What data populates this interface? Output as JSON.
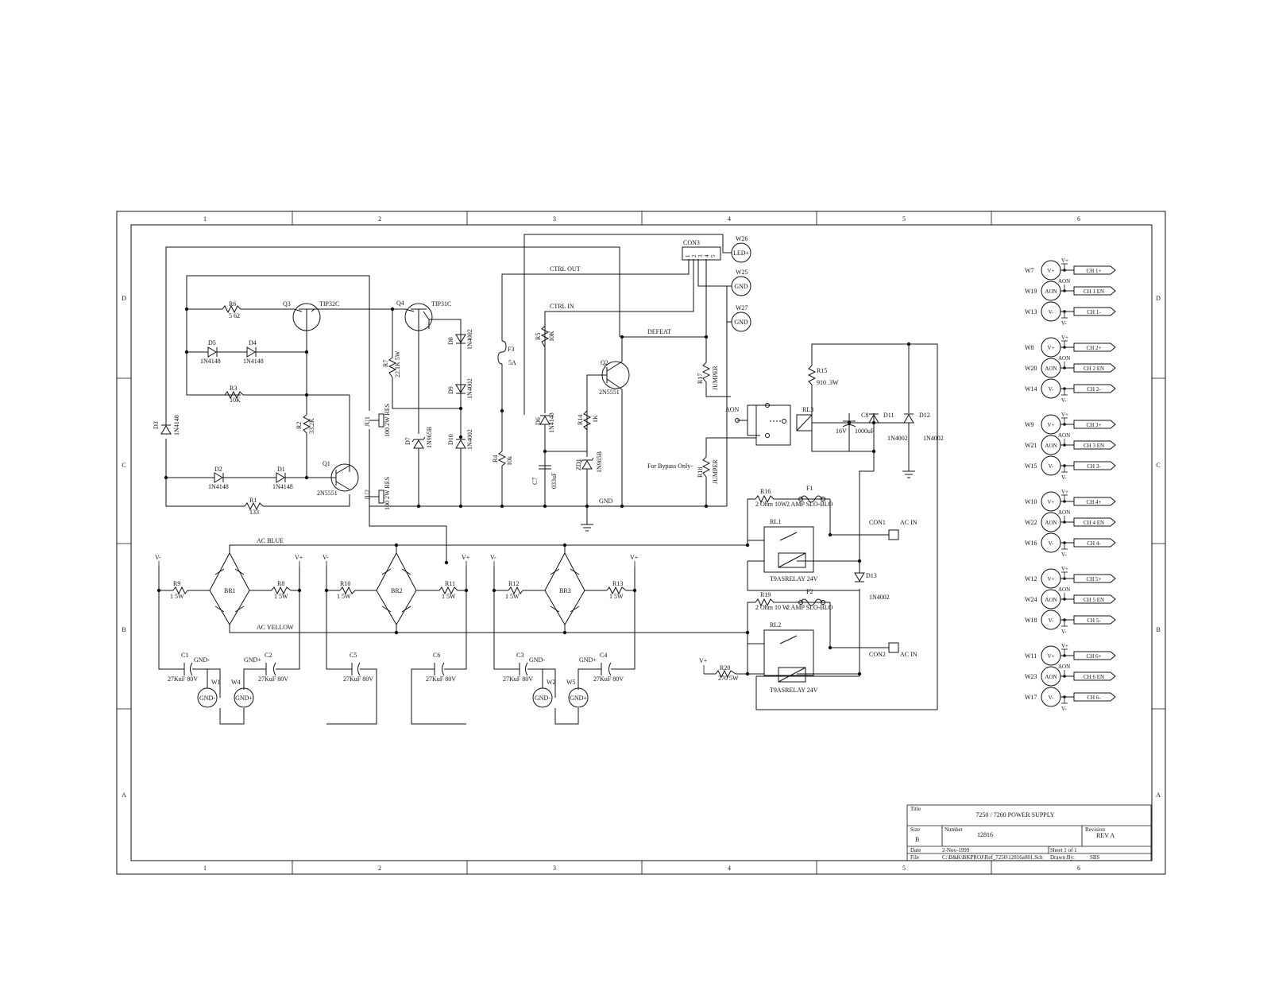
{
  "frame": {
    "columns": [
      "1",
      "2",
      "3",
      "4",
      "5",
      "6"
    ],
    "rows": [
      "D",
      "C",
      "B",
      "A"
    ]
  },
  "title_block": {
    "title_label": "Title",
    "title": "7250 / 7260 POWER SUPPLY",
    "size_label": "Size",
    "size": "B",
    "number_label": "Number",
    "number": "12816",
    "revision_label": "Revision",
    "revision": "REV A",
    "date_label": "Date",
    "date": "2-Nov-1999",
    "sheet": "Sheet  1 of  1",
    "file_label": "File",
    "file": "C:\\B&K\\BKPROJ\\Ref_7250\\12816a001.Sch",
    "drawn_by": "Drawn By:",
    "drawn_initials": "SBS"
  },
  "components": {
    "R6": {
      "ref": "R6",
      "value": "5 62"
    },
    "Q3": {
      "ref": "Q3",
      "value": "TIP32C"
    },
    "Q4": {
      "ref": "Q4",
      "value": "TIP31C"
    },
    "D5": {
      "ref": "D5",
      "value": "1N4148"
    },
    "D4": {
      "ref": "D4",
      "value": "1N4148"
    },
    "R3": {
      "ref": "R3",
      "value": "10K"
    },
    "R2": {
      "ref": "R2",
      "value": "33.2K"
    },
    "D3": {
      "ref": "D3",
      "value": "1N4148"
    },
    "D2": {
      "ref": "D2",
      "value": "1N4148"
    },
    "D1": {
      "ref": "D1",
      "value": "1N4148"
    },
    "Q1": {
      "ref": "Q1",
      "value": "2N5551"
    },
    "R1": {
      "ref": "R1",
      "value": "133"
    },
    "R7": {
      "ref": "R7",
      "value": "22.1K 5W"
    },
    "JU1": {
      "ref": "JU1",
      "value": "100 2W RES"
    },
    "JU2": {
      "ref": "JU2",
      "value": "100 2W RES"
    },
    "D8": {
      "ref": "D8",
      "value": "1N4002"
    },
    "D9": {
      "ref": "D9",
      "value": "1N4002"
    },
    "D10": {
      "ref": "D10",
      "value": "1N4002"
    },
    "D7": {
      "ref": "D7",
      "value": "1N965B"
    },
    "F3": {
      "ref": "F3",
      "value": "5A"
    },
    "R4": {
      "ref": "R4",
      "value": "10k"
    },
    "R5": {
      "ref": "R5",
      "value": "10K"
    },
    "D6": {
      "ref": "D6",
      "value": "1N4148"
    },
    "C7": {
      "ref": "C7",
      "value": "033uF"
    },
    "R14": {
      "ref": "R14",
      "value": "1K"
    },
    "ZD1": {
      "ref": "ZD1",
      "value": "1N965B"
    },
    "Q2": {
      "ref": "Q2",
      "value": "2N5551"
    },
    "R17": {
      "ref": "R17",
      "value": "JUMPER"
    },
    "R18": {
      "ref": "R18",
      "value": "JUMPER"
    },
    "CON3": {
      "ref": "CON3",
      "pins": [
        "1",
        "2",
        "3",
        "4",
        "5"
      ]
    },
    "R15": {
      "ref": "R15",
      "value": "910 .3W"
    },
    "RL3": {
      "ref": "RL3"
    },
    "C8": {
      "ref": "C8",
      "value": "1000uF",
      "voltage": "16V"
    },
    "D11": {
      "ref": "D11",
      "value": "1N4002"
    },
    "D12": {
      "ref": "D12",
      "value": "1N4002"
    },
    "D13": {
      "ref": "D13",
      "value": "1N4002"
    },
    "R16": {
      "ref": "R16",
      "value": "2 Ohm 10W"
    },
    "F1": {
      "ref": "F1",
      "value": "2 AMP SLO-BLO"
    },
    "RL1": {
      "ref": "RL1",
      "value": "T9ASRELAY  24V"
    },
    "R19": {
      "ref": "R19",
      "value": "2 Ohm 10 W"
    },
    "F2": {
      "ref": "F2",
      "value": "2 AMP SLO-BLO"
    },
    "RL2": {
      "ref": "RL2",
      "value": "T9ASRELAY  24V"
    },
    "R20": {
      "ref": "R20",
      "value": "270  5W"
    },
    "CON1": {
      "ref": "CON1",
      "value": "AC  IN"
    },
    "CON2": {
      "ref": "CON2",
      "value": "AC  IN"
    },
    "R9": {
      "ref": "R9",
      "value": "1  5W"
    },
    "R8": {
      "ref": "R8",
      "value": "1  5W"
    },
    "R10": {
      "ref": "R10",
      "value": "1  5W"
    },
    "R11": {
      "ref": "R11",
      "value": "1  5W"
    },
    "R12": {
      "ref": "R12",
      "value": "1  5W"
    },
    "R13": {
      "ref": "R13",
      "value": "1  5W"
    },
    "BR1": {
      "ref": "BR1"
    },
    "BR2": {
      "ref": "BR2"
    },
    "BR3": {
      "ref": "BR3"
    },
    "C1": {
      "ref": "C1",
      "value": "27KuF 80V"
    },
    "C2": {
      "ref": "C2",
      "value": "27KuF 80V"
    },
    "C5": {
      "ref": "C5",
      "value": "27KuF 80V"
    },
    "C6": {
      "ref": "C6",
      "value": "27KuF 80V"
    },
    "C3": {
      "ref": "C3",
      "value": "27KuF 80V"
    },
    "C4": {
      "ref": "C4",
      "value": "27KuF 80V"
    }
  },
  "nets": {
    "ctrl_out": "CTRL OUT",
    "ctrl_in": "CTRL IN",
    "defeat": "DEFEAT",
    "gnd": "GND",
    "ac_blue": "AC  BLUE",
    "ac_yellow": "AC  YELLOW",
    "bypass": "For Bypass Only-",
    "aon": "AON",
    "v_plus": "V+",
    "v_minus": "V-",
    "gnd_minus": "GND-",
    "gnd_plus": "GND+"
  },
  "testpoints": {
    "W26": {
      "ref": "W26",
      "label": "LED+"
    },
    "W25": {
      "ref": "W25",
      "label": "GND"
    },
    "W27": {
      "ref": "W27",
      "label": "GND"
    },
    "W1": {
      "ref": "W1",
      "label": "GND-"
    },
    "W4": {
      "ref": "W4",
      "label": "GND+"
    },
    "W2": {
      "ref": "W2",
      "label": "GND-"
    },
    "W5": {
      "ref": "W5",
      "label": "GND+"
    }
  },
  "channels": [
    {
      "rows": [
        {
          "ref": "W7",
          "circle": "V+",
          "tag": "V+",
          "port": "CH  1+"
        },
        {
          "ref": "W19",
          "circle": "AON",
          "tag": "AON",
          "port": "CH  1  EN"
        },
        {
          "ref": "W13",
          "circle": "V-",
          "tag": "V-",
          "port": "CH  1-"
        }
      ]
    },
    {
      "rows": [
        {
          "ref": "W8",
          "circle": "V+",
          "tag": "V+",
          "port": "CH  2+"
        },
        {
          "ref": "W20",
          "circle": "AON",
          "tag": "AON",
          "port": "CH  2  EN"
        },
        {
          "ref": "W14",
          "circle": "V-",
          "tag": "V-",
          "port": "CH  2-"
        }
      ]
    },
    {
      "rows": [
        {
          "ref": "W9",
          "circle": "V+",
          "tag": "V+",
          "port": "CH  3+"
        },
        {
          "ref": "W21",
          "circle": "AON",
          "tag": "AON",
          "port": "CH  3  EN"
        },
        {
          "ref": "W15",
          "circle": "V-",
          "tag": "V-",
          "port": "CH  3-"
        }
      ]
    },
    {
      "rows": [
        {
          "ref": "W10",
          "circle": "V+",
          "tag": "V+",
          "port": "CH  4+"
        },
        {
          "ref": "W22",
          "circle": "AON",
          "tag": "AON",
          "port": "CH  4  EN"
        },
        {
          "ref": "W16",
          "circle": "V-",
          "tag": "V-",
          "port": "CH  4-"
        }
      ]
    },
    {
      "rows": [
        {
          "ref": "W12",
          "circle": "V+",
          "tag": "V+",
          "port": "CH  5+"
        },
        {
          "ref": "W24",
          "circle": "AON",
          "tag": "AON",
          "port": "CH  5  EN"
        },
        {
          "ref": "W18",
          "circle": "V-",
          "tag": "V-",
          "port": "CH  5-"
        }
      ]
    },
    {
      "rows": [
        {
          "ref": "W11",
          "circle": "V+",
          "tag": "V+",
          "port": "CH  6+"
        },
        {
          "ref": "W23",
          "circle": "AON",
          "tag": "AON",
          "port": "CH  6  EN"
        },
        {
          "ref": "W17",
          "circle": "V-",
          "tag": "V-",
          "port": "CH  6-"
        }
      ]
    }
  ]
}
